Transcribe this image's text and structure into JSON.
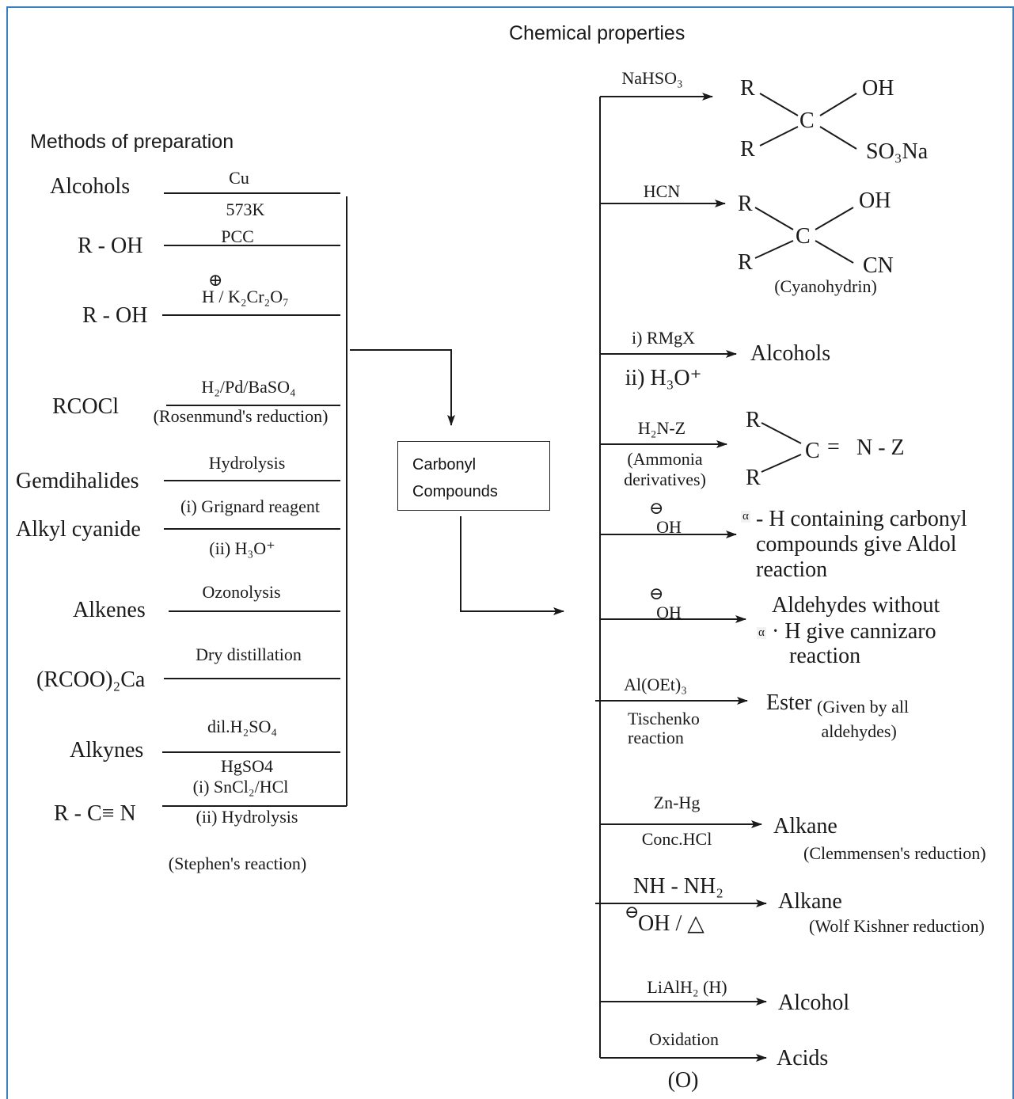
{
  "chemical_properties_title": "Chemical properties",
  "methods_title": "Methods of preparation",
  "center_box": {
    "line1": "Carbonyl",
    "line2": "Compounds"
  },
  "preparation": [
    {
      "reactant": "Alcohols",
      "above": "Cu",
      "below": "573K"
    },
    {
      "reactant": "R - OH",
      "above": "PCC",
      "below": ""
    },
    {
      "reactant": "R - OH",
      "above_charge": "⊕",
      "above": "H / K₂Cr₂O₇",
      "below": ""
    },
    {
      "reactant": "RCOCl",
      "above": "H₂/Pd/BaSO₄",
      "below": "(Rosenmund's reduction)"
    },
    {
      "reactant": "Gemdihalides",
      "above": "Hydrolysis",
      "below": ""
    },
    {
      "reactant": "Alkyl cyanide",
      "above": "(i) Grignard reagent",
      "below": "(ii) H₃O⁺"
    },
    {
      "reactant": "Alkenes",
      "above": "Ozonolysis",
      "below": ""
    },
    {
      "reactant": "(RCOO)₂Ca",
      "above": "Dry distillation",
      "below": ""
    },
    {
      "reactant": "Alkynes",
      "above": "dil.H₂SO₄",
      "below": "HgSO4"
    },
    {
      "reactant": "R - C≡ N",
      "above": "(i) SnCl₂/HCl",
      "below": "(ii) Hydrolysis",
      "note": "(Stephen's reaction)"
    }
  ],
  "properties": [
    {
      "reagent": "NaHSO₃",
      "product": {
        "r1": "R",
        "r2": "R",
        "center": "C",
        "g1": "OH",
        "g2": "SO₃Na"
      }
    },
    {
      "reagent": "HCN",
      "product": {
        "r1": "R",
        "r2": "R",
        "center": "C",
        "g1": "OH",
        "g2": "CN",
        "caption": "(Cyanohydrin)"
      }
    },
    {
      "reagent": "i) RMgX",
      "reagent_below": "ii) H₃O⁺",
      "product": "Alcohols"
    },
    {
      "reagent": "H₂N-Z",
      "reagent_below": "(Ammonia\nderivatives)",
      "product": {
        "r1": "R",
        "r2": "R",
        "center": "C",
        "double": "=",
        "tail": "N - Z"
      }
    },
    {
      "reagent_charge": "⊖",
      "reagent": "OH",
      "alpha": "α",
      "product": "- H containing carbonyl\ncompounds give Aldol\nreaction"
    },
    {
      "reagent_charge": "⊖",
      "reagent": "OH",
      "product_line1": "Aldehydes without",
      "alpha": "α",
      "product_line2": "· H give cannizaro",
      "product_line3": "reaction"
    },
    {
      "reagent": "Al(OEt)₃",
      "reagent_below": "Tischenko\nreaction",
      "product": "Ester",
      "product_note": "(Given by all\n aldehydes)"
    },
    {
      "reagent": "Zn-Hg",
      "reagent_below": "Conc.HCl",
      "product": "Alkane",
      "product_note": "(Clemmensen's reduction)"
    },
    {
      "reagent": "NH - NH₂",
      "reagent_below_charge": "⊖",
      "reagent_below": "OH / △",
      "product": "Alkane",
      "product_note": "(Wolf Kishner reduction)"
    },
    {
      "reagent": "LiAlH₂ (H)",
      "product": "Alcohol"
    },
    {
      "reagent": "Oxidation",
      "reagent_below": "(O)",
      "product": "Acids"
    }
  ]
}
